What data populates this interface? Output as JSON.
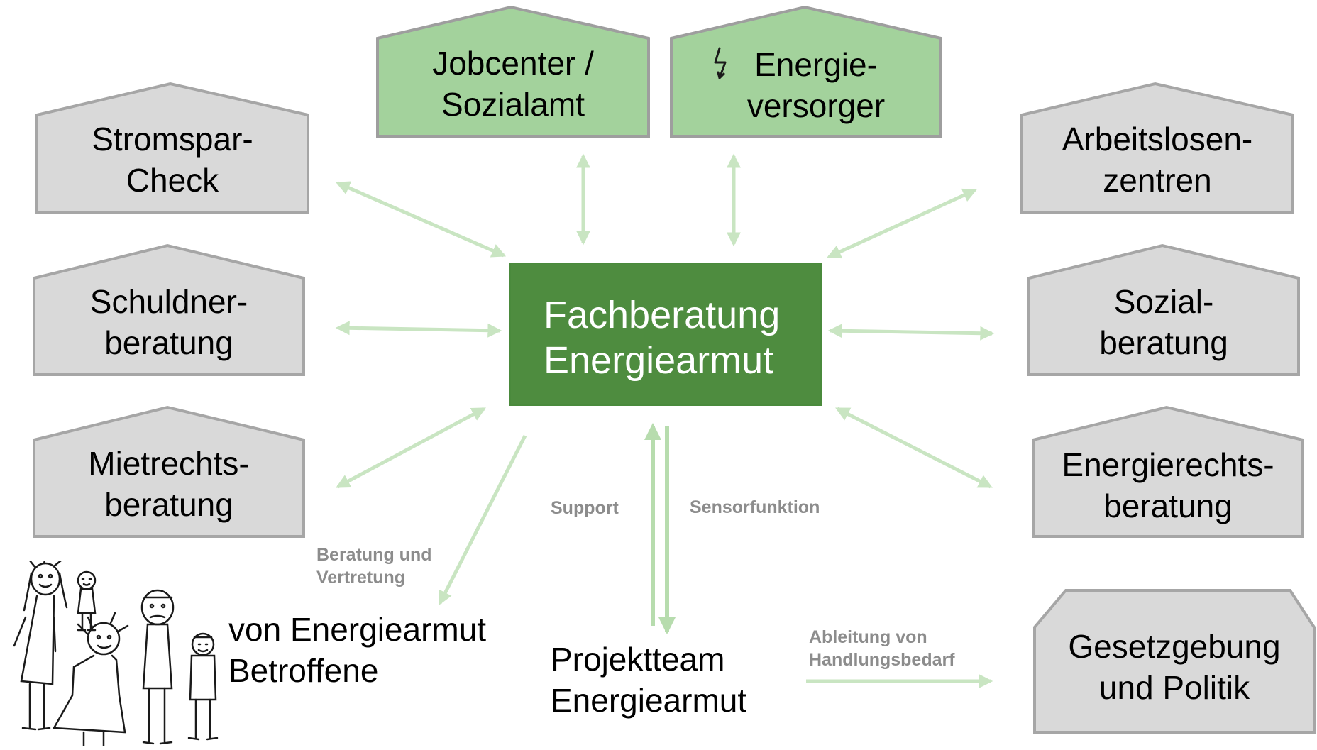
{
  "diagram": {
    "center": {
      "line1": "Fachberatung",
      "line2": "Energiearmut"
    },
    "partners": {
      "jobcenter": {
        "line1": "Jobcenter /",
        "line2": "Sozialamt"
      },
      "energieversorger": {
        "line1": "Energie-",
        "line2": "versorger"
      },
      "stromspar": {
        "line1": "Stromspar-",
        "line2": "Check"
      },
      "arbeitslosen": {
        "line1": "Arbeitslosen-",
        "line2": "zentren"
      },
      "schuldner": {
        "line1": "Schuldner-",
        "line2": "beratung"
      },
      "sozial": {
        "line1": "Sozial-",
        "line2": "beratung"
      },
      "mietrecht": {
        "line1": "Mietrechts-",
        "line2": "beratung"
      },
      "energierecht": {
        "line1": "Energierechts-",
        "line2": "beratung"
      },
      "gesetzgebung": {
        "line1": "Gesetzgebung",
        "line2": "und Politik"
      }
    },
    "betroffene": {
      "line1": "von Energiearmut",
      "line2": "Betroffene"
    },
    "projektteam": {
      "line1": "Projektteam",
      "line2": "Energiearmut"
    },
    "edge_labels": {
      "beratung_line1": "Beratung und",
      "beratung_line2": "Vertretung",
      "support": "Support",
      "sensorfunktion": "Sensorfunktion",
      "ableitung_line1": "Ableitung von",
      "ableitung_line2": "Handlungsbedarf"
    },
    "colors": {
      "partner_fill": "#d9d9d9",
      "green_partner_fill": "#a3d29c",
      "center_fill": "#4e8c3f",
      "arrow": "#c9e5c2",
      "edge_label": "#8c8c8c"
    },
    "icons": [
      "lightning-icon",
      "people-sketch-icon"
    ]
  }
}
